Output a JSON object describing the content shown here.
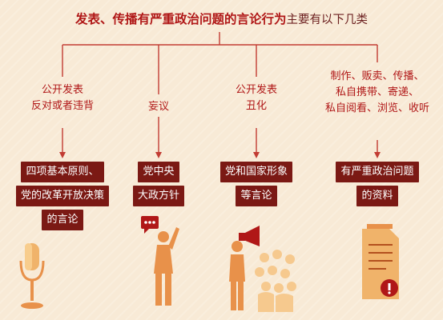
{
  "title": {
    "main": "发表、传播有严重政治问题的言论行为",
    "rest": "主要有以下几类"
  },
  "categories": [
    {
      "label_lines": [
        "公开发表",
        "反对或者违背"
      ],
      "box_lines": [
        "四项基本原则、",
        "党的改革开放决策",
        "的言论"
      ]
    },
    {
      "label_lines": [
        "妄议"
      ],
      "box_lines": [
        "党中央",
        "大政方针"
      ]
    },
    {
      "label_lines": [
        "公开发表",
        "丑化"
      ],
      "box_lines": [
        "党和国家形象",
        "等言论"
      ]
    },
    {
      "label_lines": [
        "制作、贩卖、传播、",
        "私自携带、寄递、",
        "私自阅看、浏览、收听"
      ],
      "box_lines": [
        "有严重政治问题",
        "的资料"
      ]
    }
  ],
  "icons": [
    "microphone-icon",
    "speaking-person-icon",
    "megaphone-crowd-icon",
    "document-icon"
  ],
  "colors": {
    "accent": "#b01717",
    "box": "#7b1914",
    "line": "#c23c33",
    "icon": "#e8914a",
    "background": "#f8ead6"
  }
}
